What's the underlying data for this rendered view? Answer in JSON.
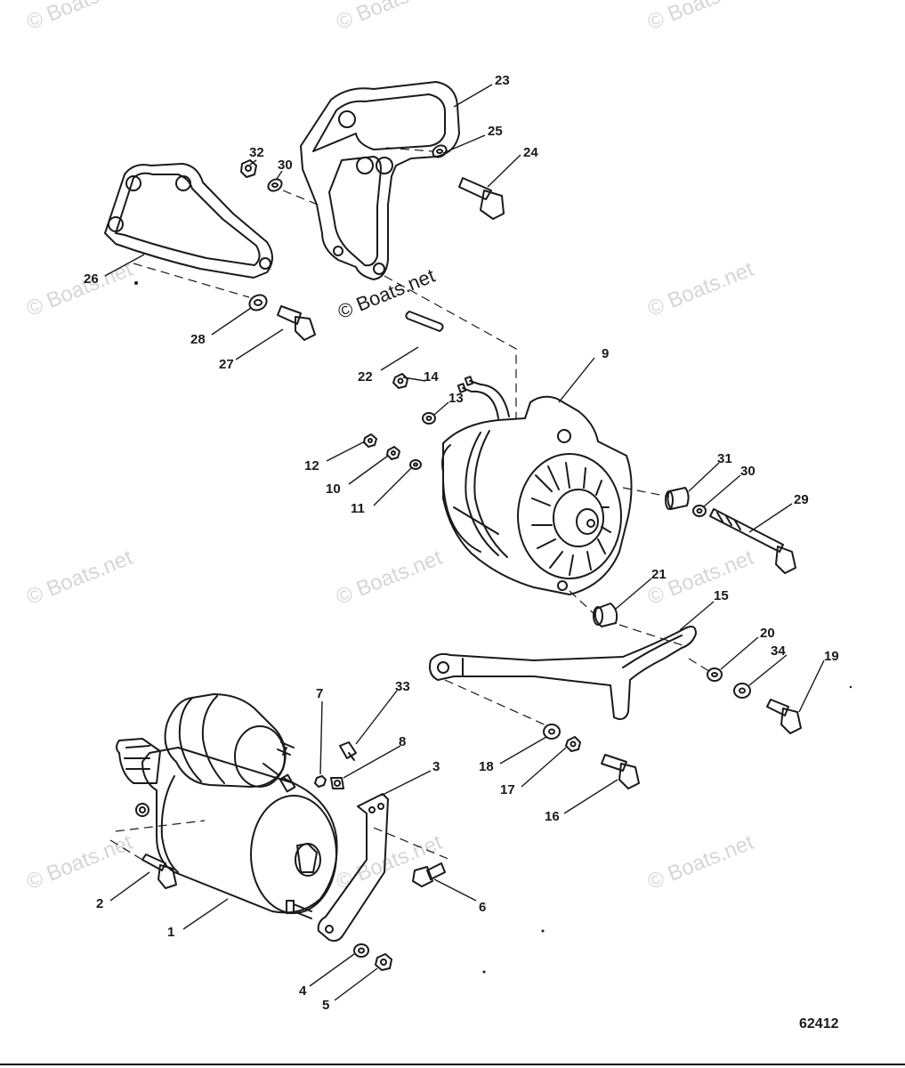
{
  "watermark": "© Boats.net",
  "figure_number": "62412",
  "callouts": [
    "1",
    "2",
    "3",
    "4",
    "5",
    "6",
    "7",
    "8",
    "9",
    "10",
    "11",
    "12",
    "13",
    "14",
    "15",
    "16",
    "17",
    "18",
    "19",
    "20",
    "21",
    "22",
    "23",
    "24",
    "25",
    "26",
    "27",
    "28",
    "29",
    "30",
    "30",
    "31",
    "32",
    "33",
    "34"
  ]
}
